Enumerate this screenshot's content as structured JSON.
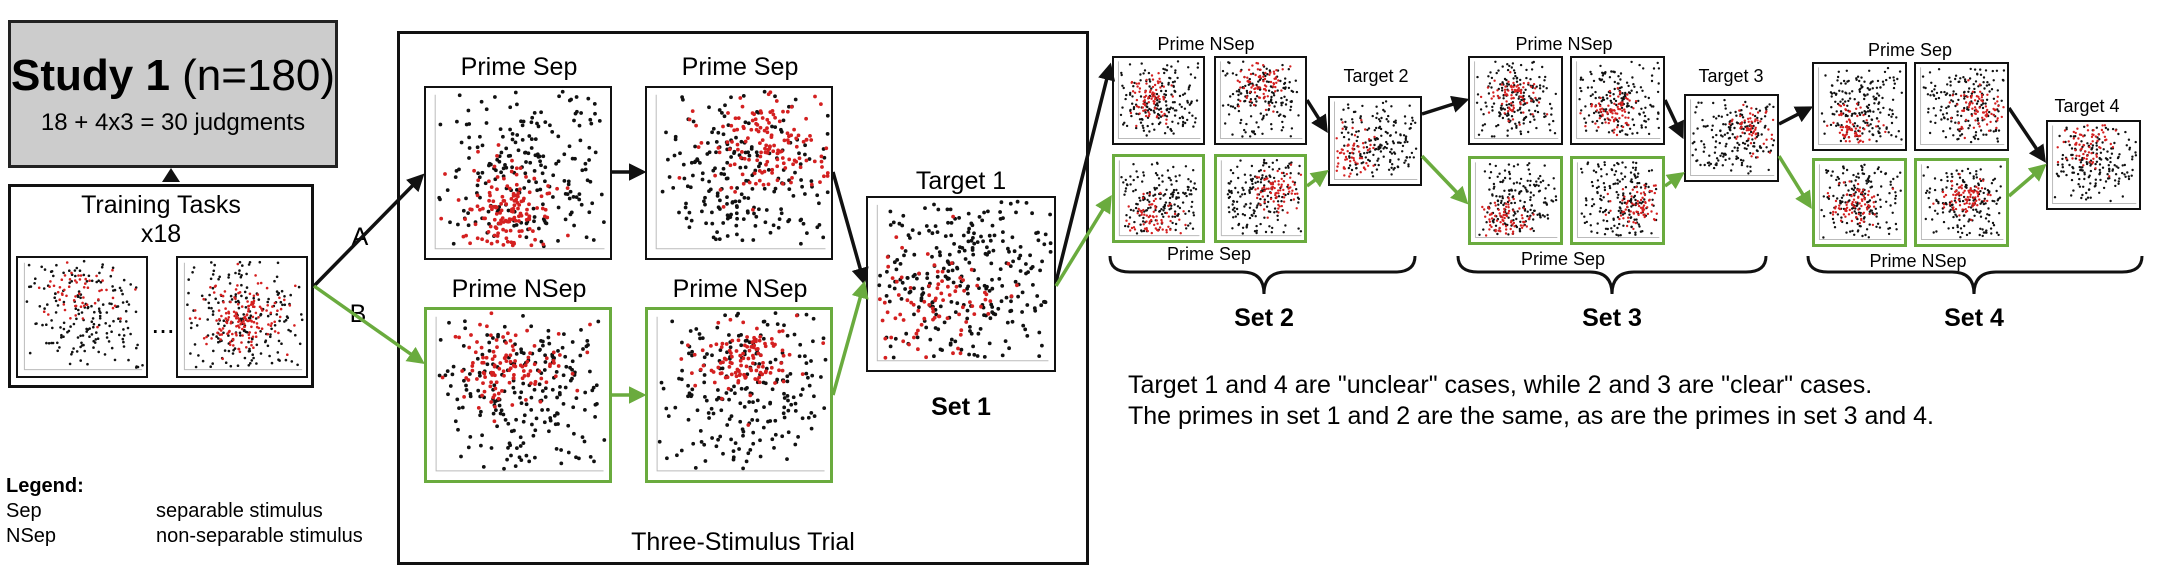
{
  "study": {
    "title_bold": "Study 1",
    "title_rest": " (n=180)",
    "subtitle": "18 + 4x3 = 30 judgments"
  },
  "training": {
    "title": "Training Tasks\nx18",
    "ellipsis": "..."
  },
  "branches": {
    "a": "A",
    "b": "B"
  },
  "set1": {
    "prime_sep_1": "Prime Sep",
    "prime_sep_2": "Prime Sep",
    "prime_nsep_1": "Prime NSep",
    "prime_nsep_2": "Prime NSep",
    "target": "Target 1",
    "set_label": "Set 1"
  },
  "trial_caption": "Three-Stimulus Trial",
  "set2": {
    "top_label": "Prime NSep",
    "bottom_label": "Prime Sep",
    "target": "Target 2",
    "set_label": "Set 2"
  },
  "set3": {
    "top_label": "Prime NSep",
    "bottom_label": "Prime Sep",
    "target": "Target 3",
    "set_label": "Set 3"
  },
  "set4": {
    "top_label": "Prime Sep",
    "bottom_label": "Prime NSep",
    "target": "Target 4",
    "set_label": "Set 4"
  },
  "notes": [
    "Target 1 and 4 are \"unclear\" cases, while 2 and 3 are \"clear\" cases.",
    "The primes in set 1 and 2 are the same, as are the primes in set 3 and 4."
  ],
  "legend": {
    "title": "Legend:",
    "items": [
      {
        "key": "Sep",
        "value": "separable stimulus"
      },
      {
        "key": "NSep",
        "value": "non-separable stimulus"
      }
    ]
  },
  "colors": {
    "green": "#6aab3e",
    "red": "#d42020",
    "black": "#111111",
    "grey_box": "#cccccc"
  }
}
